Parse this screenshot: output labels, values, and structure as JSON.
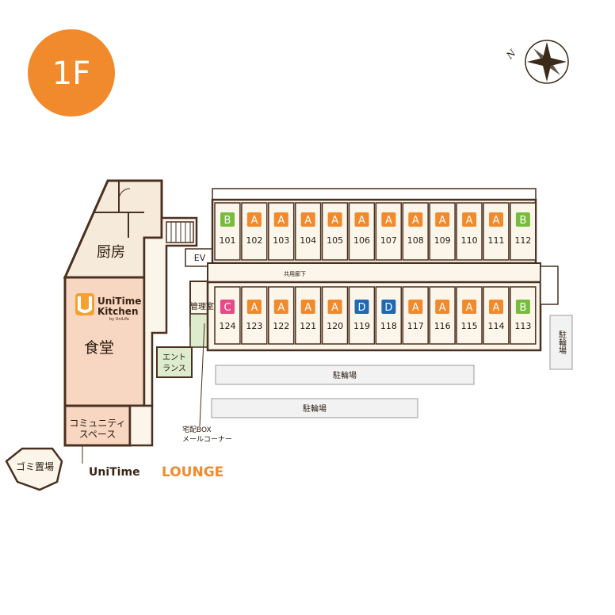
{
  "floor_label": "1F",
  "compass_letter": "N",
  "brand": {
    "kitchen_word1": "UniTime",
    "kitchen_word2": "Kitchen",
    "kitchen_small": "by UniLife",
    "lounge_word1": "UniTime",
    "lounge_word2": "LOUNGE"
  },
  "labels": {
    "kitchen_room": "厨房",
    "dining": "食堂",
    "community_1": "コミュニティ",
    "community_2": "スペース",
    "trash": "ゴミ置場",
    "ev": "EV",
    "corridor": "共用廊下",
    "manager": "管理室",
    "entrance_1": "エント",
    "entrance_2": "ランス",
    "parking_a": "駐輪場",
    "parking_b": "駐輪場",
    "parking_c": "駐輪場",
    "delivery_1": "宅配BOX",
    "delivery_2": "メールコーナー"
  },
  "type_colors": {
    "A": "#f08a2d",
    "B": "#78bc3e",
    "C": "#e74a86",
    "D": "#1f69b3"
  },
  "rooms_north": [
    {
      "no": "101",
      "type": "B"
    },
    {
      "no": "102",
      "type": "A"
    },
    {
      "no": "103",
      "type": "A"
    },
    {
      "no": "104",
      "type": "A"
    },
    {
      "no": "105",
      "type": "A"
    },
    {
      "no": "106",
      "type": "A"
    },
    {
      "no": "107",
      "type": "A"
    },
    {
      "no": "108",
      "type": "A"
    },
    {
      "no": "109",
      "type": "A"
    },
    {
      "no": "110",
      "type": "A"
    },
    {
      "no": "111",
      "type": "A"
    },
    {
      "no": "112",
      "type": "B"
    }
  ],
  "rooms_south": [
    {
      "no": "124",
      "type": "C"
    },
    {
      "no": "123",
      "type": "A"
    },
    {
      "no": "122",
      "type": "A"
    },
    {
      "no": "121",
      "type": "A"
    },
    {
      "no": "120",
      "type": "A"
    },
    {
      "no": "119",
      "type": "D"
    },
    {
      "no": "118",
      "type": "D"
    },
    {
      "no": "117",
      "type": "A"
    },
    {
      "no": "116",
      "type": "A"
    },
    {
      "no": "115",
      "type": "A"
    },
    {
      "no": "114",
      "type": "A"
    },
    {
      "no": "113",
      "type": "B"
    }
  ]
}
